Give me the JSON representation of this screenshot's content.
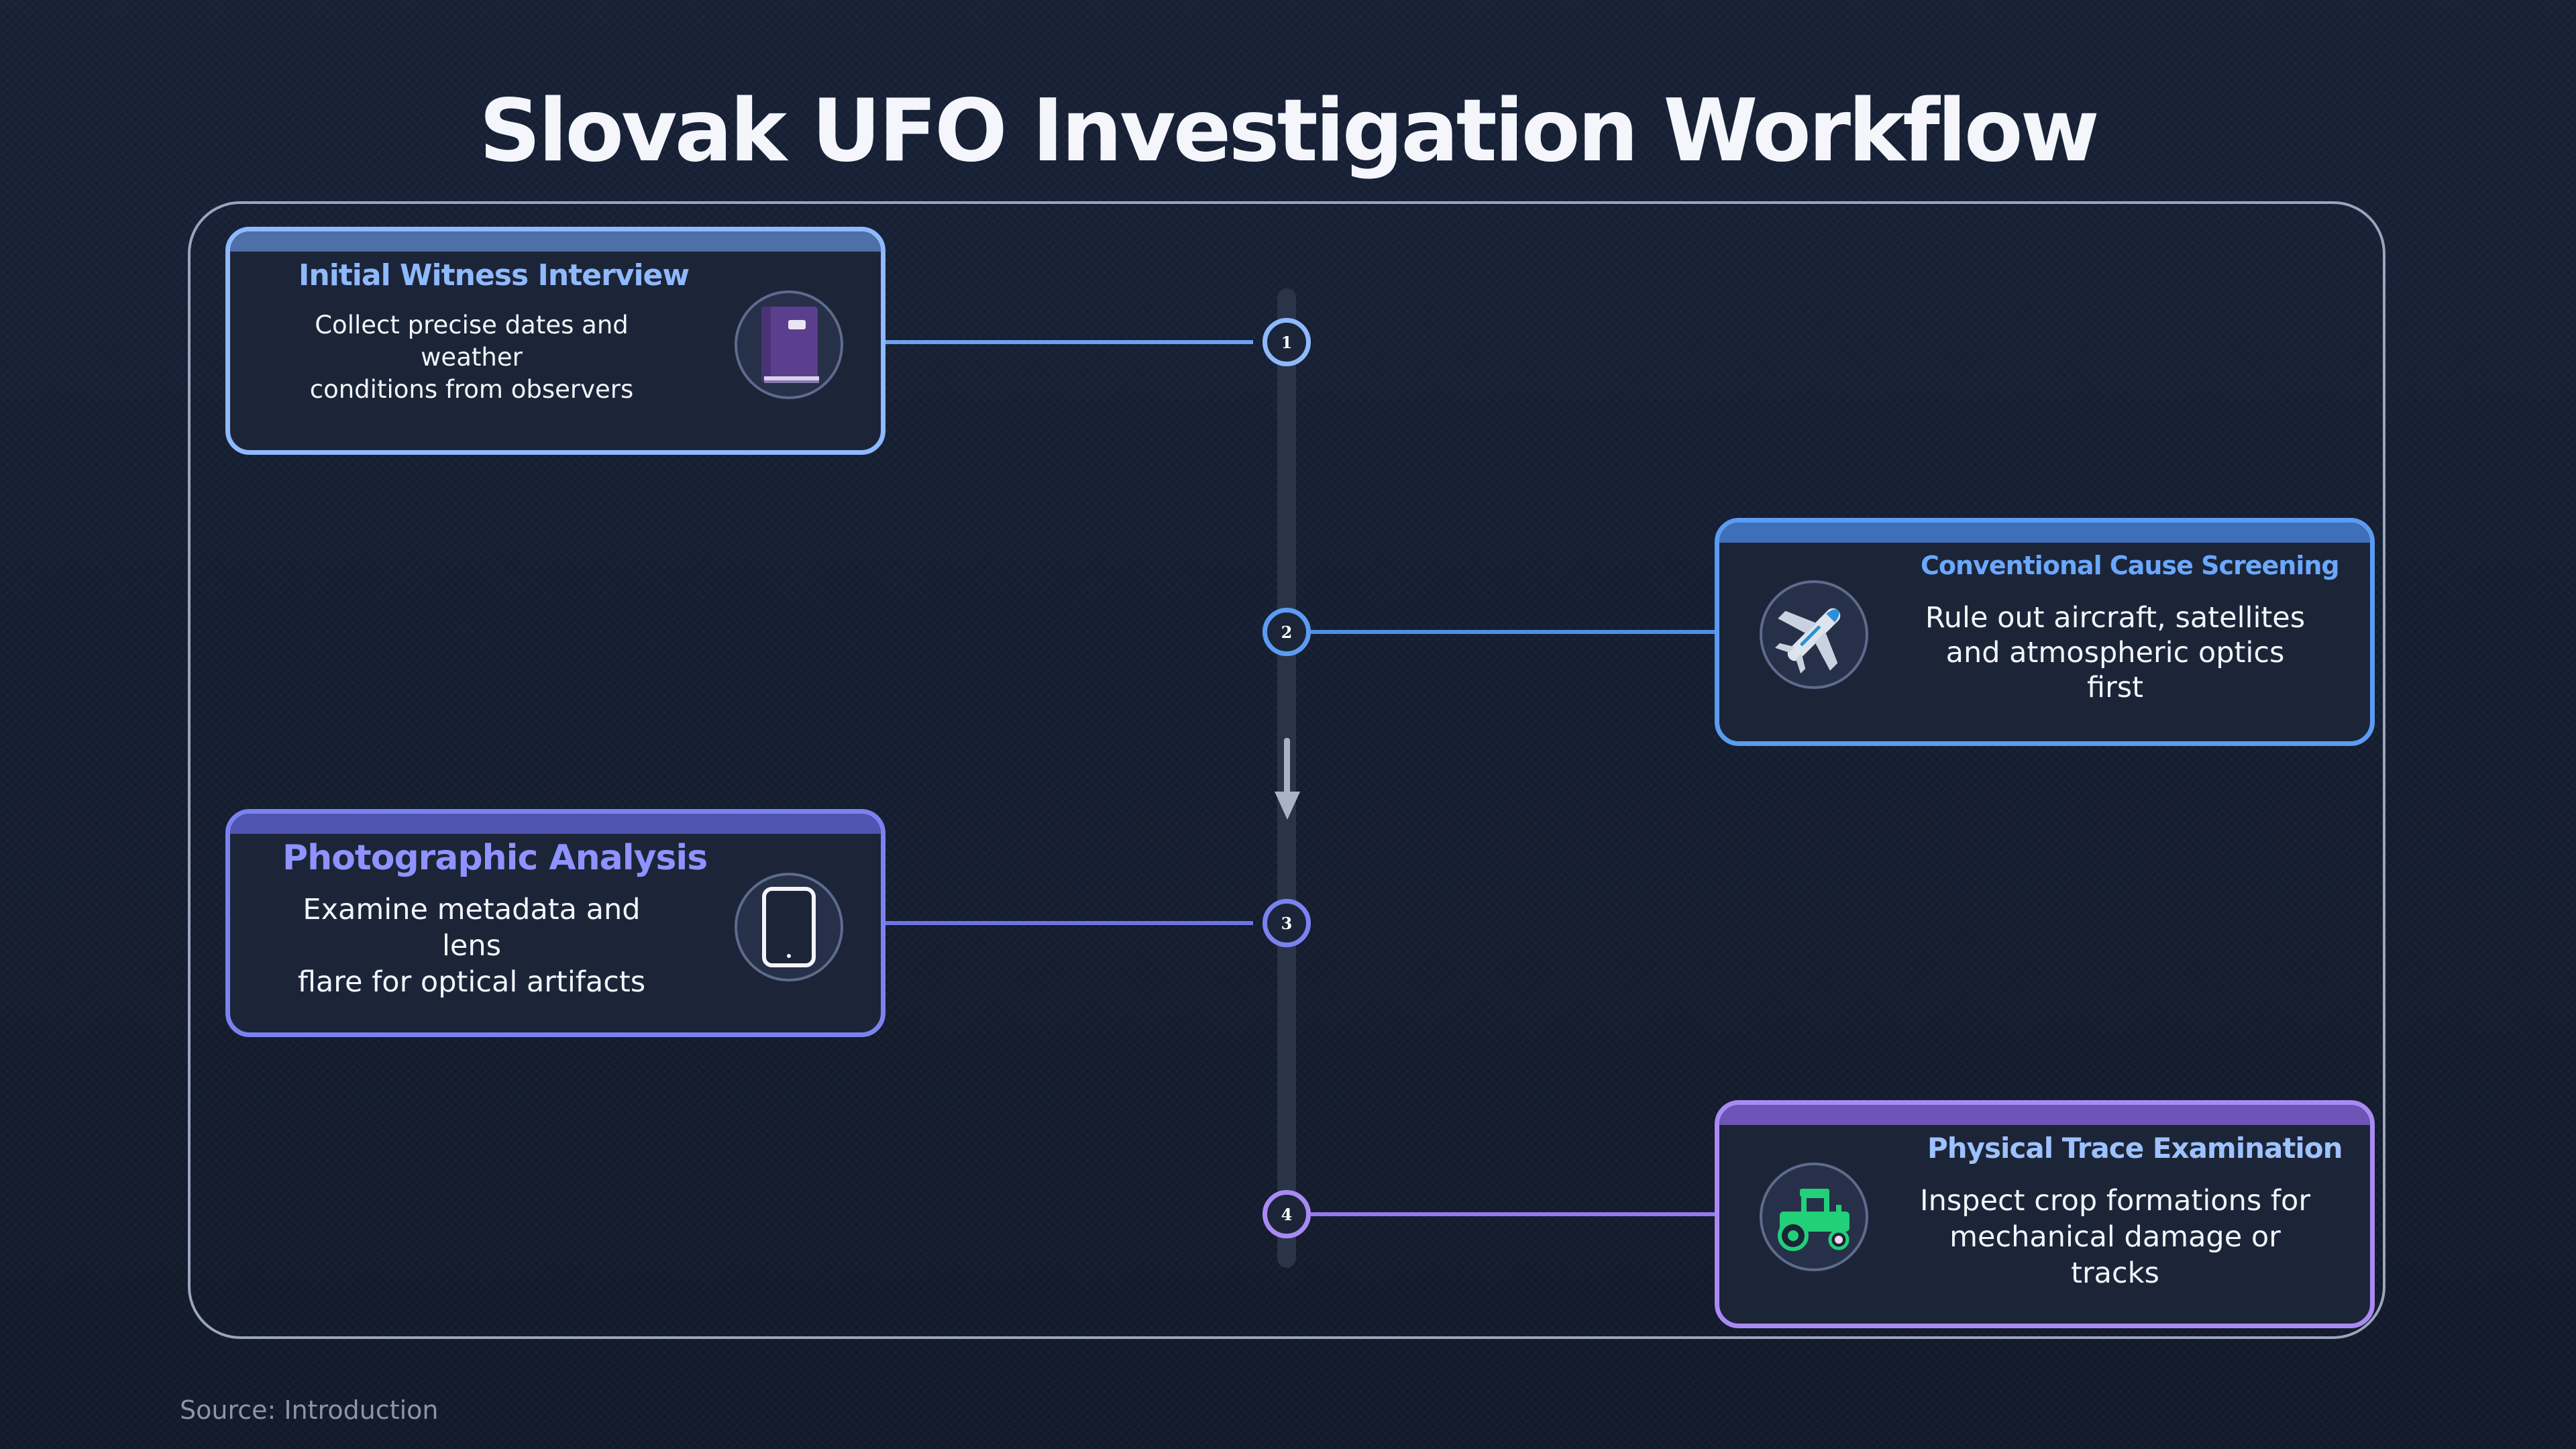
{
  "title": "Slovak UFO Investigation Workflow",
  "steps": [
    {
      "number": "1",
      "title": "Initial Witness Interview",
      "description_line1": "Collect precise dates and weather",
      "description_line2": "conditions from observers",
      "icon": "book-icon",
      "color": "#8fb9ff",
      "side": "left"
    },
    {
      "number": "2",
      "title": "Conventional Cause Screening",
      "description_line1": "Rule out aircraft, satellites",
      "description_line2": "and atmospheric optics first",
      "icon": "airplane-icon",
      "color": "#5b9cf2",
      "side": "right"
    },
    {
      "number": "3",
      "title": "Photographic Analysis",
      "description_line1": "Examine metadata and lens",
      "description_line2": "flare for optical artifacts",
      "icon": "phone-icon",
      "color": "#7b82f0",
      "side": "left"
    },
    {
      "number": "4",
      "title": "Physical Trace Examination",
      "description_line1": "Inspect crop formations for",
      "description_line2": "mechanical damage or tracks",
      "icon": "tractor-icon",
      "color": "#a98af5",
      "side": "right"
    }
  ],
  "source": "Source: Introduction"
}
